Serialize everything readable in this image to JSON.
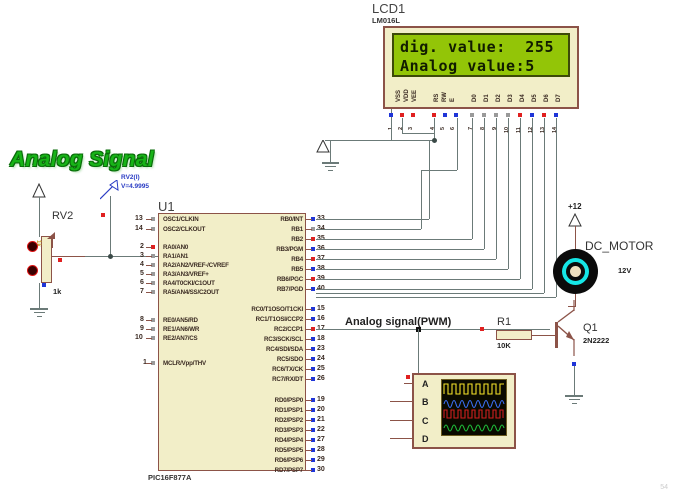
{
  "title": "Proteus circuit simulation - PIC16F877A PWM DC motor control",
  "annotations": {
    "analog_signal_title": "Analog Signal",
    "pwm_label": "Analog signal(PWM)",
    "page_number": "54"
  },
  "lcd": {
    "ref": "LCD1",
    "part": "LM016L",
    "line1": "dig. value:  255",
    "line2": "Analog value:5",
    "screen_bg": "#93c507",
    "pins": [
      {
        "num": "1",
        "name": "VSS",
        "color": "blue"
      },
      {
        "num": "2",
        "name": "VDD",
        "color": "red"
      },
      {
        "num": "3",
        "name": "VEE",
        "color": "red"
      },
      {
        "num": "4",
        "name": "RS",
        "color": "red"
      },
      {
        "num": "5",
        "name": "RW",
        "color": "blue"
      },
      {
        "num": "6",
        "name": "E",
        "color": "blue"
      },
      {
        "num": "7",
        "name": "D0",
        "color": "gray"
      },
      {
        "num": "8",
        "name": "D1",
        "color": "gray"
      },
      {
        "num": "9",
        "name": "D2",
        "color": "gray"
      },
      {
        "num": "10",
        "name": "D3",
        "color": "gray"
      },
      {
        "num": "11",
        "name": "D4",
        "color": "red"
      },
      {
        "num": "12",
        "name": "D5",
        "color": "blue"
      },
      {
        "num": "13",
        "name": "D6",
        "color": "red"
      },
      {
        "num": "14",
        "name": "D7",
        "color": "blue"
      }
    ]
  },
  "mcu": {
    "ref": "U1",
    "part": "PIC16F877A",
    "left_pins": [
      {
        "num": "13",
        "name": "OSC1/CLKIN",
        "color": "gray"
      },
      {
        "num": "14",
        "name": "OSC2/CLKOUT",
        "color": "gray"
      },
      {
        "num": "2",
        "name": "RA0/AN0",
        "color": "red"
      },
      {
        "num": "3",
        "name": "RA1/AN1",
        "color": "gray"
      },
      {
        "num": "4",
        "name": "RA2/AN2/VREF-/CVREF",
        "color": "gray"
      },
      {
        "num": "5",
        "name": "RA3/AN3/VREF+",
        "color": "gray"
      },
      {
        "num": "6",
        "name": "RA4/T0CKI/C1OUT",
        "color": "gray"
      },
      {
        "num": "7",
        "name": "RA5/AN4/SS/C2OUT",
        "color": "gray"
      },
      {
        "num": "8",
        "name": "RE0/AN5/RD",
        "color": "gray"
      },
      {
        "num": "9",
        "name": "RE1/AN6/WR",
        "color": "gray"
      },
      {
        "num": "10",
        "name": "RE2/AN7/CS",
        "color": "gray"
      },
      {
        "num": "1",
        "name": "MCLR/Vpp/THV",
        "color": "gray"
      }
    ],
    "right_pins": [
      {
        "num": "33",
        "name": "RB0/INT",
        "color": "blue"
      },
      {
        "num": "34",
        "name": "RB1",
        "color": "gray"
      },
      {
        "num": "35",
        "name": "RB2",
        "color": "red"
      },
      {
        "num": "36",
        "name": "RB3/PGM",
        "color": "blue"
      },
      {
        "num": "37",
        "name": "RB4",
        "color": "red"
      },
      {
        "num": "38",
        "name": "RB5",
        "color": "blue"
      },
      {
        "num": "39",
        "name": "RB6/PGC",
        "color": "red"
      },
      {
        "num": "40",
        "name": "RB7/PGD",
        "color": "blue"
      },
      {
        "num": "15",
        "name": "RC0/T1OSO/T1CKI",
        "color": "blue"
      },
      {
        "num": "16",
        "name": "RC1/T1OSI/CCP2",
        "color": "blue"
      },
      {
        "num": "17",
        "name": "RC2/CCP1",
        "color": "red"
      },
      {
        "num": "18",
        "name": "RC3/SCK/SCL",
        "color": "blue"
      },
      {
        "num": "23",
        "name": "RC4/SDI/SDA",
        "color": "blue"
      },
      {
        "num": "24",
        "name": "RC5/SDO",
        "color": "blue"
      },
      {
        "num": "25",
        "name": "RC6/TX/CK",
        "color": "blue"
      },
      {
        "num": "26",
        "name": "RC7/RX/DT",
        "color": "blue"
      },
      {
        "num": "19",
        "name": "RD0/PSP0",
        "color": "blue"
      },
      {
        "num": "20",
        "name": "RD1/PSP1",
        "color": "blue"
      },
      {
        "num": "21",
        "name": "RD2/PSP2",
        "color": "blue"
      },
      {
        "num": "22",
        "name": "RD3/PSP3",
        "color": "blue"
      },
      {
        "num": "27",
        "name": "RD4/PSP4",
        "color": "blue"
      },
      {
        "num": "28",
        "name": "RD5/PSP5",
        "color": "blue"
      },
      {
        "num": "29",
        "name": "RD6/PSP6",
        "color": "blue"
      },
      {
        "num": "30",
        "name": "RD7/PSP7",
        "color": "blue"
      }
    ]
  },
  "potentiometer": {
    "ref": "RV2",
    "value": "1k",
    "probe_name": "RV2(I)",
    "probe_value": "V=4.9995"
  },
  "resistor": {
    "ref": "R1",
    "value": "10K"
  },
  "transistor": {
    "ref": "Q1",
    "part": "2N2222"
  },
  "motor": {
    "ref": "DC_MOTOR",
    "value": "12V",
    "supply": "+12"
  },
  "oscilloscope": {
    "channels": [
      "A",
      "B",
      "C",
      "D"
    ],
    "trace_colors": [
      "#f4e22a",
      "#3b6ef0",
      "#d01f1f",
      "#1fbf3a"
    ]
  }
}
